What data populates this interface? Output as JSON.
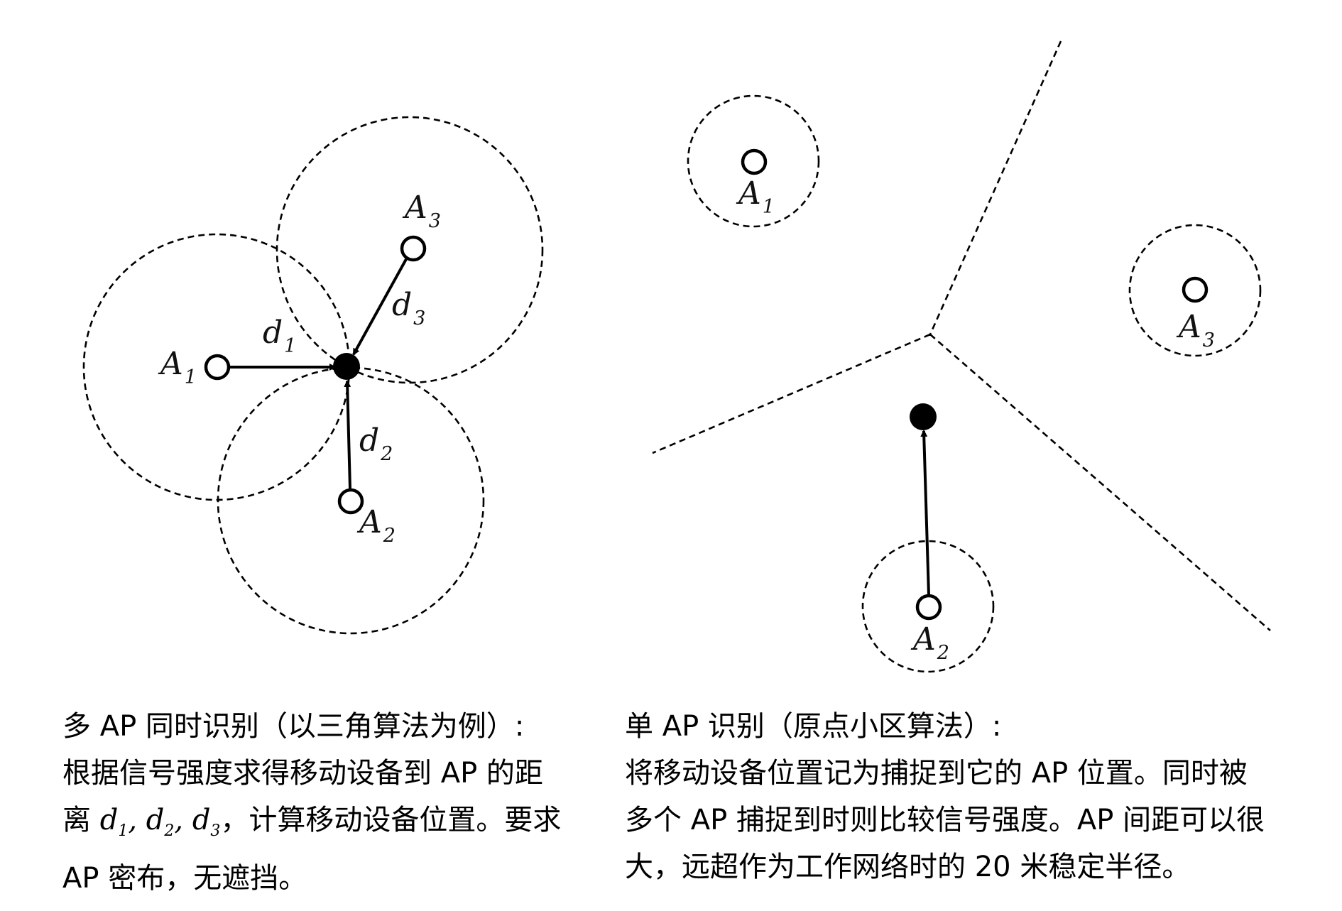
{
  "left_diagram": {
    "ap_labels": [
      "A",
      "A",
      "A"
    ],
    "ap_subscripts": [
      "1",
      "2",
      "3"
    ],
    "distance_labels": [
      "d",
      "d",
      "d"
    ],
    "distance_subscripts": [
      "1",
      "2",
      "3"
    ]
  },
  "right_diagram": {
    "ap_labels": [
      "A",
      "A",
      "A"
    ],
    "ap_subscripts": [
      "1",
      "2",
      "3"
    ]
  },
  "captions": {
    "left": {
      "heading": "多 AP 同时识别（以三角算法为例）:",
      "line2": "根据信号强度求得移动设备到 AP 的距",
      "line3_prefix": "离 ",
      "d": "d",
      "s1": "1",
      "s2": "2",
      "s3": "3",
      "sep": ", ",
      "line3_suffix": "，计算移动设备位置。要求",
      "line4": "AP 密布，无遮挡。"
    },
    "right": {
      "heading": "单 AP 识别（原点小区算法）:",
      "line2": "将移动设备位置记为捕捉到它的 AP 位置。同时被",
      "line3": "多个 AP 捕捉到时则比较信号强度。AP 间距可以很",
      "line4": "大，远超作为工作网络时的 20 米稳定半径。"
    }
  }
}
